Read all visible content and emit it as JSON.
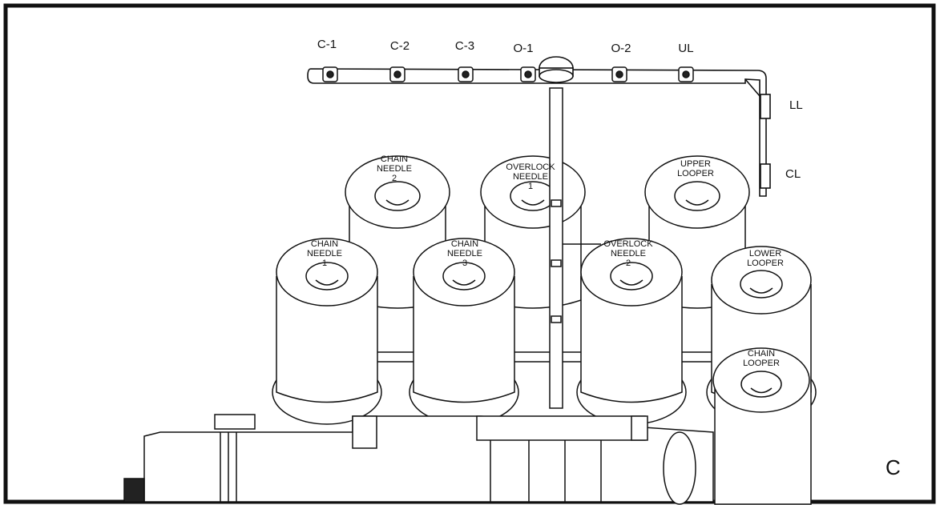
{
  "figure": {
    "panel_letter": "C",
    "guide_labels": [
      "C-1",
      "C-2",
      "C-3",
      "O-1",
      "O-2",
      "UL"
    ],
    "side_labels": {
      "ll": "LL",
      "cl": "CL"
    },
    "spools": {
      "chain_needle_2": [
        "CHAIN",
        "NEEDLE",
        "2"
      ],
      "overlock_needle_1": [
        "OVERLOCK",
        "NEEDLE",
        "1"
      ],
      "upper_looper": [
        "UPPER",
        "LOOPER"
      ],
      "chain_needle_1": [
        "CHAIN",
        "NEEDLE",
        "1"
      ],
      "chain_needle_3": [
        "CHAIN",
        "NEEDLE",
        "3"
      ],
      "overlock_needle_2": [
        "OVERLOCK",
        "NEEDLE",
        "2"
      ],
      "lower_looper": [
        "LOWER",
        "LOOPER"
      ],
      "chain_looper": [
        "CHAIN",
        "LOOPER"
      ]
    }
  }
}
